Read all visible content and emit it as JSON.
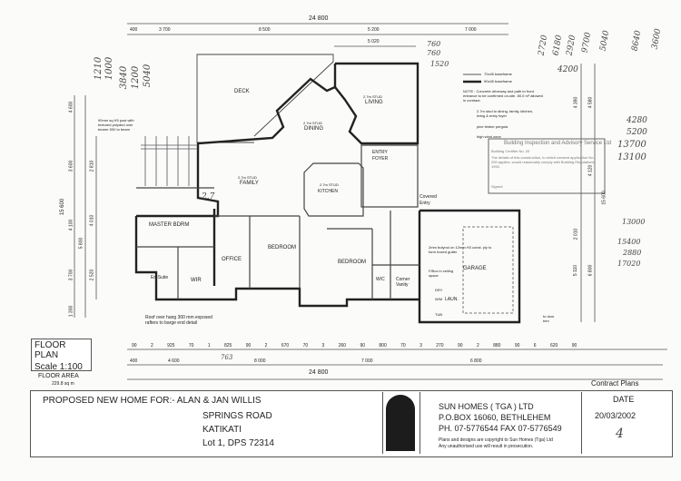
{
  "dimensions": {
    "overall": "24 800",
    "top": [
      "400",
      "3 700",
      "8 500",
      "5 200",
      "7 000"
    ],
    "top_sub": "5 020",
    "bottom_row1": [
      "90",
      "2 925",
      "70",
      "1 825 90",
      "2 670",
      "70",
      "3 260",
      "90 800 70",
      "3 270",
      "90",
      "2 880",
      "90",
      "6 620",
      "90"
    ],
    "bottom_row2": [
      "400",
      "4 600",
      "8 000",
      "7 000",
      "6 800"
    ],
    "left": [
      "4 600",
      "3 600",
      "4 100",
      "3 700",
      "1 300"
    ],
    "left_total": "15 600",
    "left_inner": [
      "2 810",
      "4 010",
      "2 520",
      "5 800"
    ],
    "right": [
      "4 390",
      "4 580",
      "4 120",
      "2 010",
      "5 110",
      "6 800",
      "15 600"
    ]
  },
  "rooms": {
    "deck": "DECK",
    "living": "LIVING",
    "living_stud": "2.7m STUD",
    "dining": "DINING",
    "dining_stud": "2.7m STUD",
    "family": "FAMILY",
    "family_stud": "2.7m STUD",
    "kitchen": "KITCHEN",
    "kitchen_stud": "2.7m STUD",
    "entry": "ENTRY",
    "foyer": "FOYER",
    "master": "MASTER BDRM",
    "office": "OFFICE",
    "bedroom1": "BEDROOM",
    "bedroom2": "BEDROOM",
    "ensuite": "En-Suite",
    "wir": "WIR",
    "wc": "W/C",
    "vanity": "Corner Vanity",
    "garage": "GARAGE",
    "laundry": "LAUN.",
    "covered_entry": "Covered Entry",
    "dry": "DRY",
    "wm": "W/M",
    "tub": "TUB"
  },
  "notes": {
    "legend_70": "70x45 baseframe",
    "legend_90": "90x45 baseframe",
    "note": "NOTE : Concrete driveway and path to front entrance to be confirmed on-site. 80.0 m² allowed in contract.",
    "stud": "2.7m stud to dining, family, kitchen, living & entry foyer",
    "pergola": "pine timber pergola",
    "wind": "high wind zone",
    "post": "90mm sq H5 post with textured polyded over bearer 500 to beam",
    "roof": "Roof over hang 300 mm exposed rafters to barge end detail",
    "gutter": "2mm butynol on 12mm H3 const. ply to form boxed gutter",
    "fridge": "F/Box in ceiling space",
    "door_trim": "to door trim",
    "stamp_title": "Building Inspection and Advisory Service Ltd",
    "stamp_cert": "Building Certifier No. 20",
    "stamp_body": "The details of this construction, to which consent application No. 200 applies, would reasonably comply with Building Regulations 1992.",
    "stamp_sign": "Signed"
  },
  "plan_label": {
    "title": "FLOOR PLAN",
    "scale": "Scale 1:100",
    "area_label": "FLOOR AREA",
    "area_value": "229.8 sq m"
  },
  "contract_label": "Contract Plans",
  "title_block": {
    "heading": "PROPOSED NEW HOME FOR:- ALAN & JAN WILLIS",
    "address": [
      "SPRINGS ROAD",
      "KATIKATI",
      "Lot 1, DPS 72314"
    ],
    "company": "SUN HOMES ( TGA ) LTD",
    "po_box": "P.O.BOX 16060, BETHLEHEM",
    "phone": "PH. 07-5776544  FAX 07-5776549",
    "copyright": [
      "Plans and designs are copyright to Sun Homes (Tga) Ltd",
      "Any unauthorised use will result in prosecution."
    ],
    "date_label": "DATE",
    "date": "20/03/2002",
    "sheet": "4"
  },
  "handwritten": [
    "1210",
    "1000",
    "3840",
    "1200",
    "5040",
    "760",
    "760",
    "1520",
    "2720",
    "6180",
    "2920",
    "9700",
    "5040",
    "8640",
    "3600",
    "4280",
    "5200",
    "13700",
    "13100",
    "13000",
    "15400",
    "2880",
    "17020",
    "4200",
    "763",
    "2.7"
  ]
}
